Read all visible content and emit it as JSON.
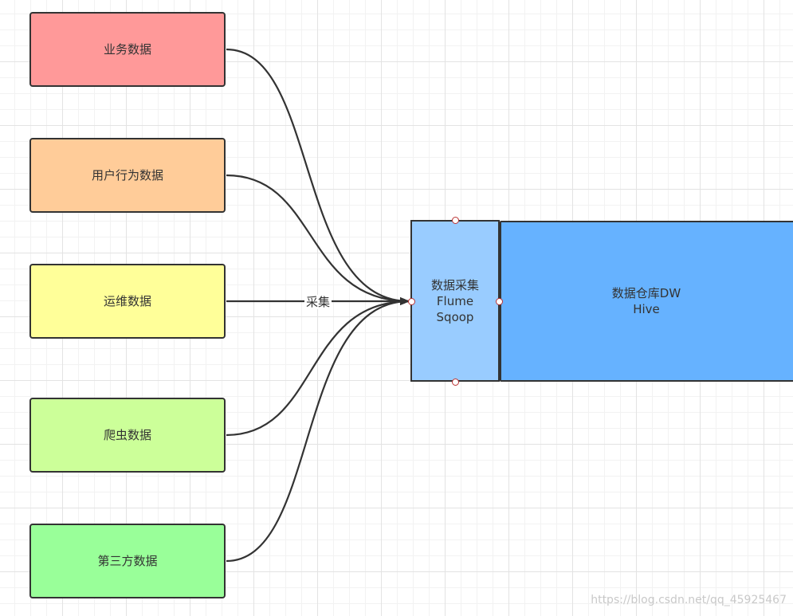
{
  "colors": {
    "business": "#ff9999",
    "user_behavior": "#ffcc99",
    "ops": "#ffff99",
    "crawler": "#ccff99",
    "third_party": "#99ff99",
    "collection": "#99ccff",
    "warehouse": "#66b2ff",
    "stroke": "#333333"
  },
  "sources": [
    {
      "label": "业务数据",
      "fill": "#ff9999"
    },
    {
      "label": "用户行为数据",
      "fill": "#ffcc99"
    },
    {
      "label": "运维数据",
      "fill": "#ffff99"
    },
    {
      "label": "爬虫数据",
      "fill": "#ccff99"
    },
    {
      "label": "第三方数据",
      "fill": "#99ff99"
    }
  ],
  "collection": {
    "lines": [
      "数据采集",
      "Flume",
      "Sqoop"
    ],
    "fill": "#99ccff"
  },
  "warehouse": {
    "lines": [
      "数据仓库DW",
      "Hive"
    ],
    "fill": "#66b2ff"
  },
  "edge_label": "采集",
  "watermark": "https://blog.csdn.net/qq_45925467"
}
